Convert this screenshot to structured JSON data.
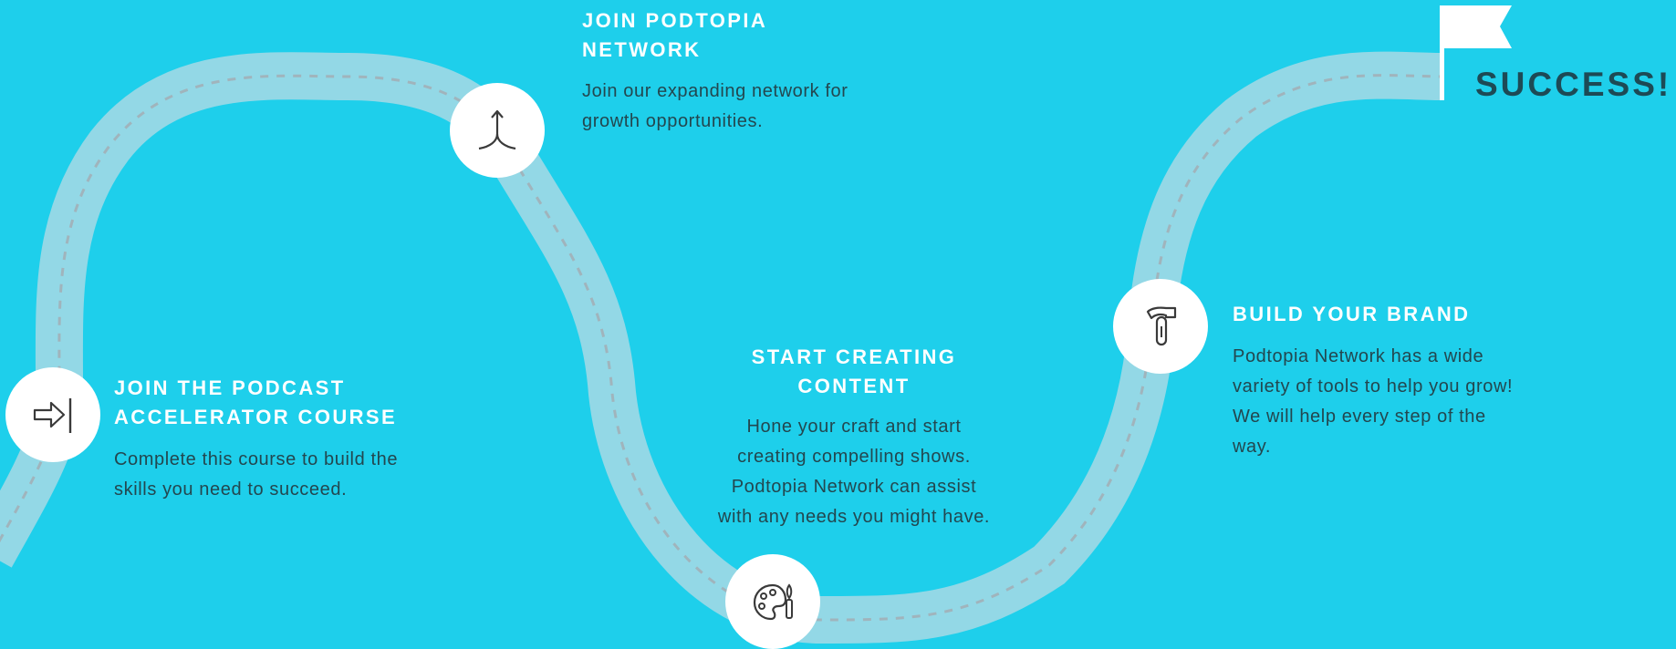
{
  "steps": [
    {
      "title_line1": "JOIN THE PODCAST",
      "title_line2": "ACCELERATOR COURSE",
      "text_line1": "Complete this course to build the",
      "text_line2": "skills you need to succeed.",
      "icon": "arrow-right-to-line-icon"
    },
    {
      "title_line1": "JOIN PODTOPIA",
      "title_line2": "NETWORK",
      "text_line1": "Join our expanding network for",
      "text_line2": "growth opportunities.",
      "icon": "merge-arrow-icon"
    },
    {
      "title_line1": "START CREATING",
      "title_line2": "CONTENT",
      "text_line1": "Hone your craft and start",
      "text_line2": "creating compelling shows.",
      "text_line3": "Podtopia Network can assist",
      "text_line4": "with any needs you might have.",
      "icon": "palette-brush-icon"
    },
    {
      "title_line1": "BUILD YOUR BRAND",
      "text_line1": "Podtopia Network has a wide",
      "text_line2": "variety of tools to help you grow!",
      "text_line3": "We will help every step of the",
      "text_line4": "way.",
      "icon": "hammer-icon"
    }
  ],
  "goal": {
    "label": "SUCCESS!",
    "icon": "flag-icon"
  },
  "colors": {
    "background": "#1ecfeb",
    "road": "#93d8e6",
    "road_dashes": "#a0b4bc",
    "title": "#ffffff",
    "body_text": "#23474f",
    "success_text": "#1d4a55"
  }
}
